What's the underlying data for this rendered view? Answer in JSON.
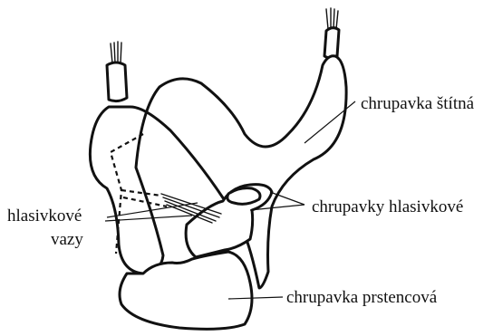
{
  "labels": {
    "thyroid": "chrupavka štítná",
    "arytenoid": "chrupavky hlasivkové",
    "cords_line1": "hlasivkové",
    "cords_line2": "vazy",
    "cricoid": "chrupavka prstencová"
  },
  "colors": {
    "stroke": "#111111",
    "background": "#ffffff"
  }
}
